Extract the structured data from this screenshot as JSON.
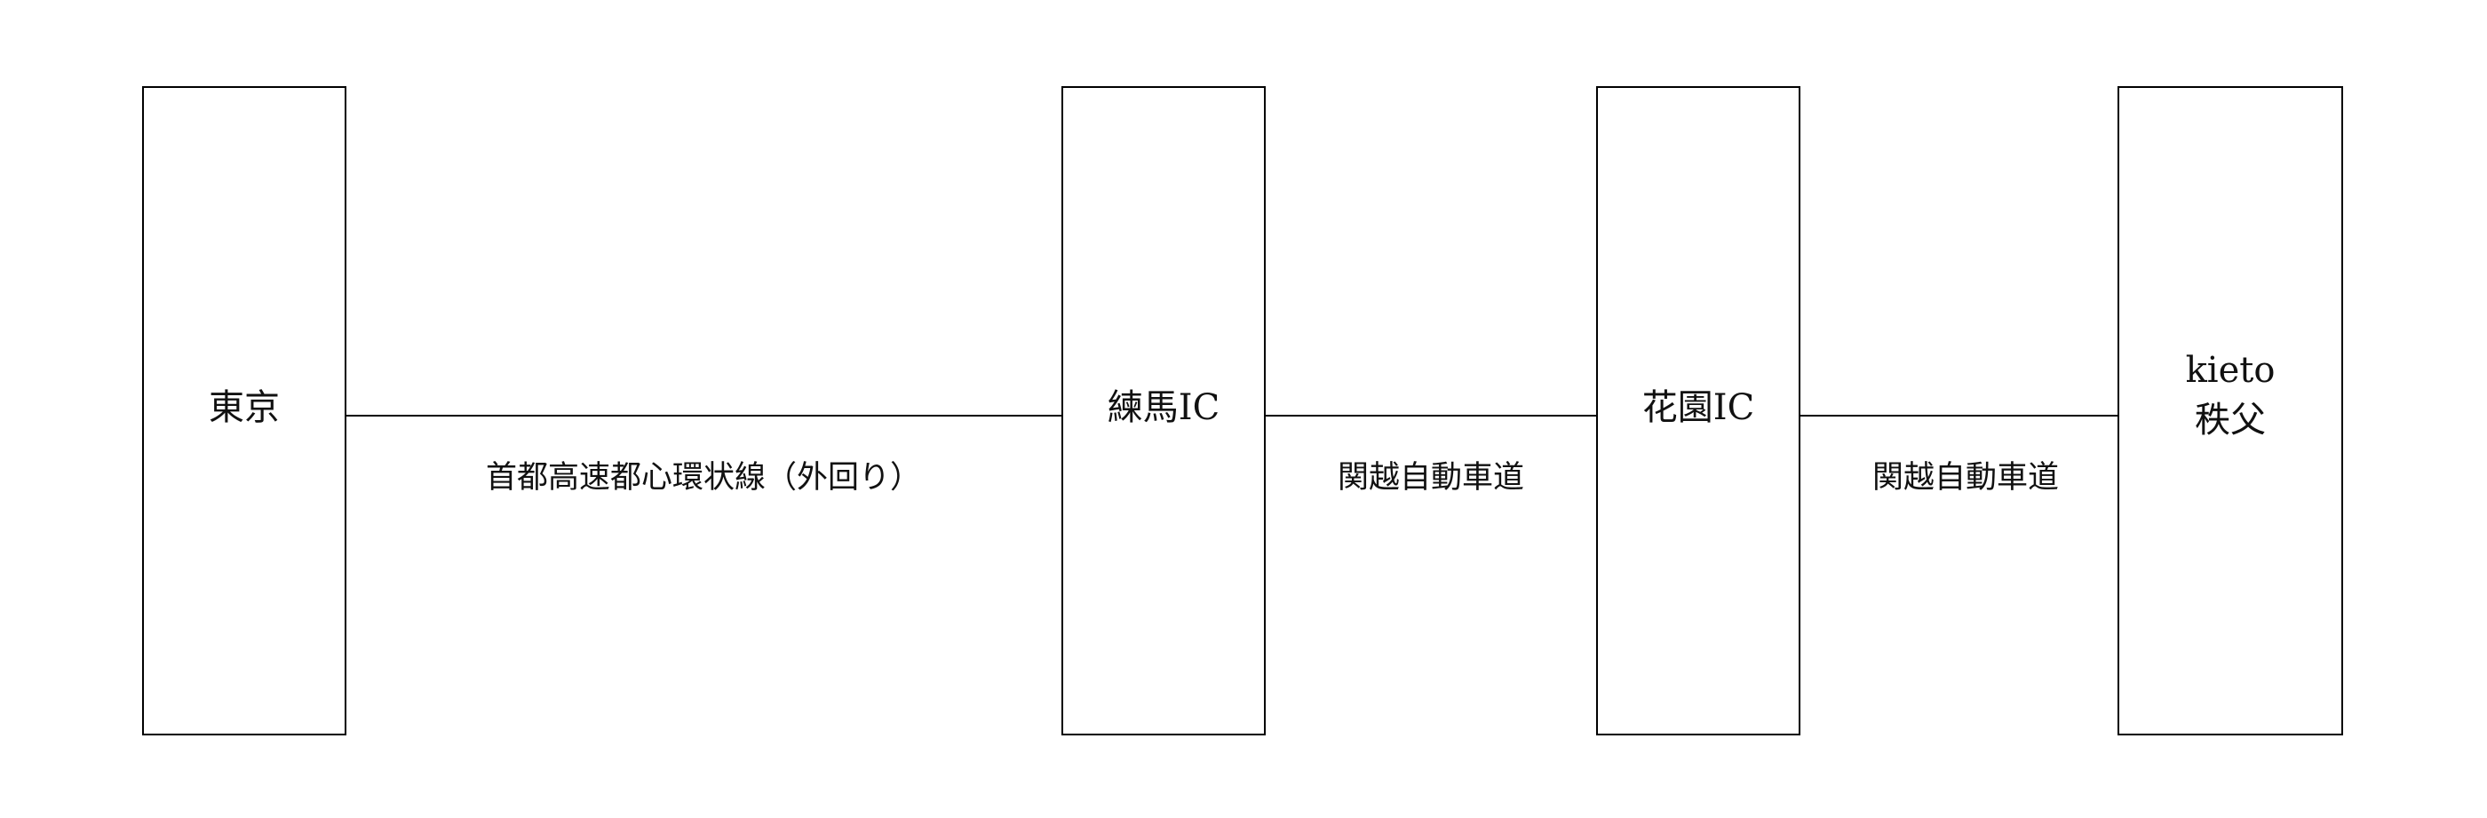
{
  "nodes": {
    "tokyo": "東京",
    "nerima": "練馬IC",
    "hanazono": "花園IC",
    "chichibu": "kieto\n秩父"
  },
  "edges": {
    "tokyo_to_nerima": "首都高速都心環状線（外回り）",
    "nerima_to_hanazono": "関越自動車道",
    "hanazono_to_chichibu": "関越自動車道"
  }
}
